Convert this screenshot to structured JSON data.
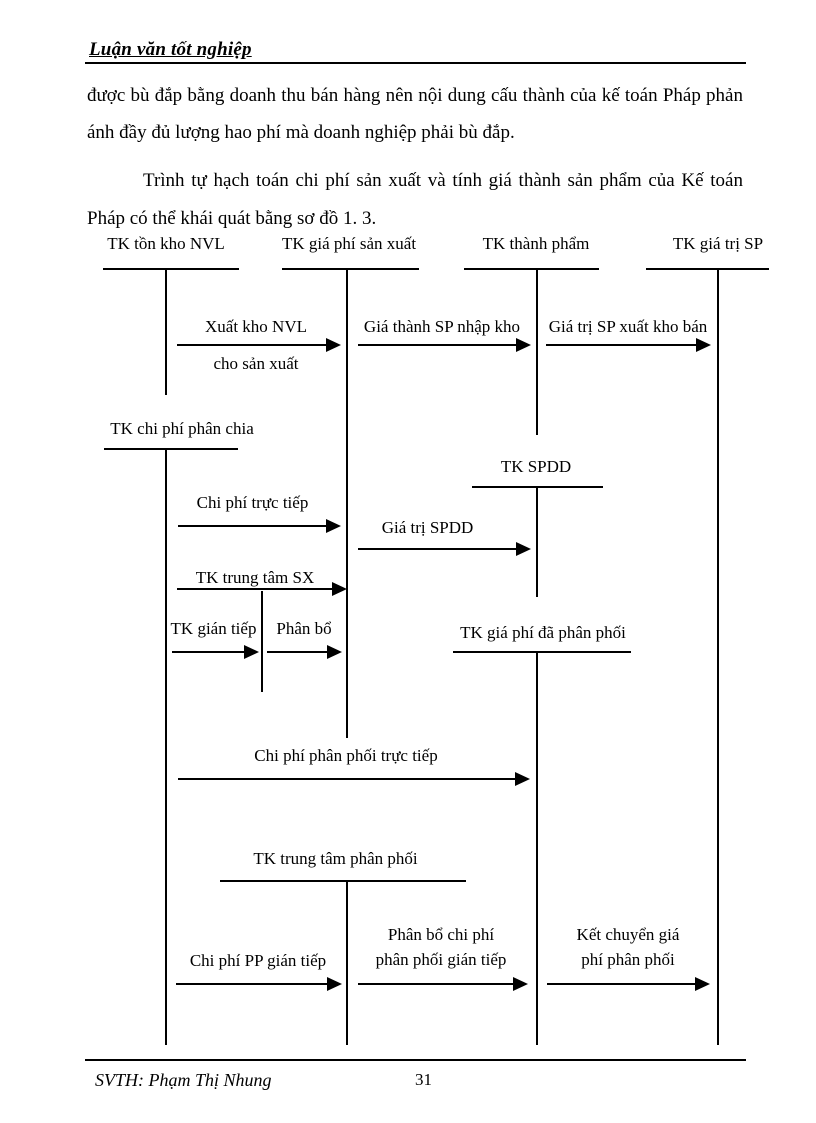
{
  "header": {
    "title": "Luận văn tốt nghiệp"
  },
  "body": {
    "lines": [
      "được bù đắp bằng doanh thu bán hàng nên nội dung cấu thành của kế toán Pháp phản",
      "ánh đầy đủ lượng hao phí mà doanh nghiệp phải bù đắp.",
      "Trình tự hạch toán chi phí sản xuất và tính giá thành sản phẩm của Kế toán",
      "Pháp có thể khái quát bằng sơ đồ 1. 3."
    ]
  },
  "diagram": {
    "accounts": {
      "ton_kho_nvl": "TK tồn kho NVL",
      "gia_phi_san_xuat": "TK giá phí sản xuất",
      "thanh_pham": "TK thành phẩm",
      "gia_tri_sp": "TK giá trị SP",
      "chi_phi_phan_chia": "TK chi phí phân chia",
      "spdd": "TK SPDD",
      "trung_tam_sx": "TK trung tâm SX",
      "gian_tiep": "TK gián tiếp",
      "gia_phi_da_phan_phoi": "TK giá phí đã phân phối",
      "trung_tam_phan_phoi": "TK trung tâm phân phối"
    },
    "flows": {
      "xuat_kho_nvl_line1": "Xuất kho NVL",
      "xuat_kho_nvl_line2": "cho sản xuất",
      "gia_thanh_sp_nhap_kho": "Giá thành SP nhập kho",
      "gia_tri_sp_xuat_kho_ban": "Giá trị SP xuất kho bán",
      "chi_phi_truc_tiep": "Chi phí trực tiếp",
      "gia_tri_spdd": "Giá trị SPDD",
      "phan_bo": "Phân bổ",
      "chi_phi_phan_phoi_truc_tiep": "Chi phí phân phối trực tiếp",
      "chi_phi_pp_gian_tiep": "Chi phí PP gián tiếp",
      "phan_bo_chi_phi_line1": "Phân bổ chi phí",
      "phan_bo_chi_phi_line2": "phân phối gián tiếp",
      "ket_chuyen_line1": "Kết chuyển giá",
      "ket_chuyen_line2": "phí phân phối"
    }
  },
  "footer": {
    "author": "SVTH: Phạm Thị Nhung",
    "page_number": "31"
  },
  "colors": {
    "background": "#ffffff",
    "text": "#000000",
    "line": "#000000"
  }
}
